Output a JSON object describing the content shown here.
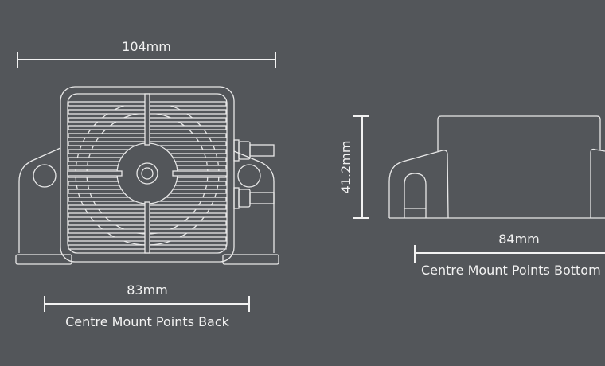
{
  "front_view": {
    "width_label": "104mm",
    "mount_width_label": "83mm",
    "mount_caption": "Centre Mount Points Back"
  },
  "side_view": {
    "height_label": "41.2mm",
    "mount_width_label": "84mm",
    "mount_caption": "Centre Mount Points Bottom"
  },
  "colors": {
    "background": "#53565a",
    "line": "#e8e8e8"
  }
}
